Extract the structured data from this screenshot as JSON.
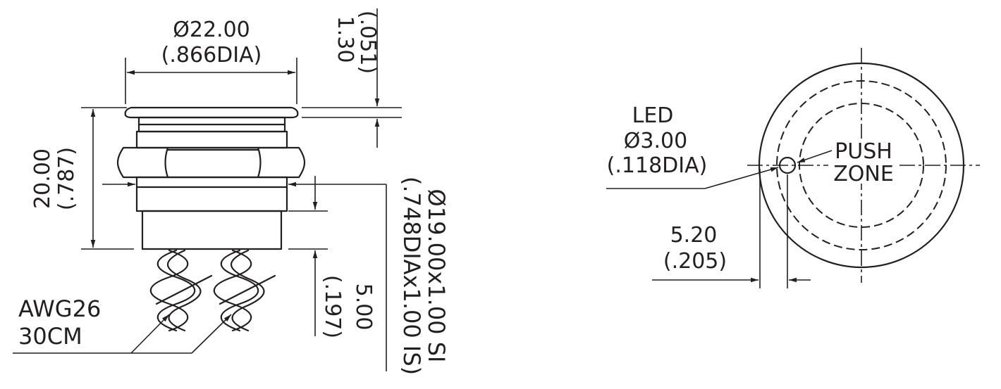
{
  "dimensions": {
    "top_diameter": {
      "value": "Ø22.00",
      "inch": "(.866DIA)"
    },
    "cap_thickness": {
      "value": "1.30",
      "inch": "(.051)"
    },
    "height": {
      "value": "20.00",
      "inch": "(.787)"
    },
    "thread": {
      "value": "Ø19.00x1.00 SI",
      "inch": "(.748DIAx1.00 IS)"
    },
    "thread_length": {
      "value": "5.00",
      "inch": "(.197)"
    },
    "wire": {
      "gauge": "AWG26",
      "length": "30CM"
    },
    "led": {
      "title": "LED",
      "value": "Ø3.00",
      "inch": "(.118DIA)"
    },
    "led_offset": {
      "value": "5.20",
      "inch": "(.205)"
    },
    "push_zone": {
      "line1": "PUSH",
      "line2": "ZONE"
    }
  }
}
